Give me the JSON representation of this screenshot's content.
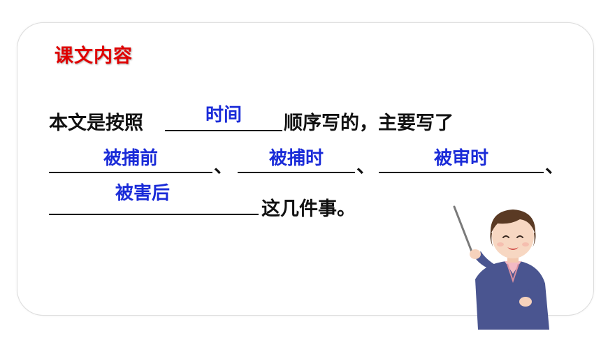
{
  "section_title": "课文内容",
  "sentence": {
    "part1": "本文是按照",
    "part2": "顺序写的，主要写了",
    "sep1": "、",
    "sep2": "、",
    "sep3": "、",
    "part3": "这几件事。"
  },
  "answers": {
    "blank1": "时间",
    "blank2": "被捕前",
    "blank3": "被捕时",
    "blank4": "被审时",
    "blank5": "被害后"
  }
}
